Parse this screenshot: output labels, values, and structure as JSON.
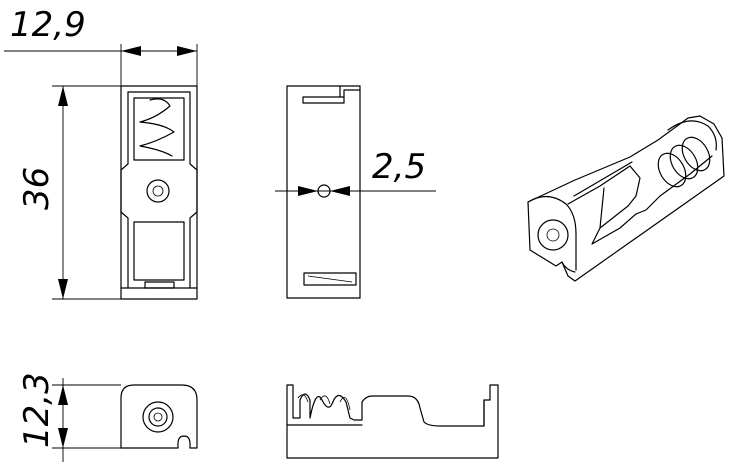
{
  "dimensions": {
    "width_label": "12,9",
    "length_label": "36",
    "hole_label": "2,5",
    "height_label": "12,3"
  }
}
